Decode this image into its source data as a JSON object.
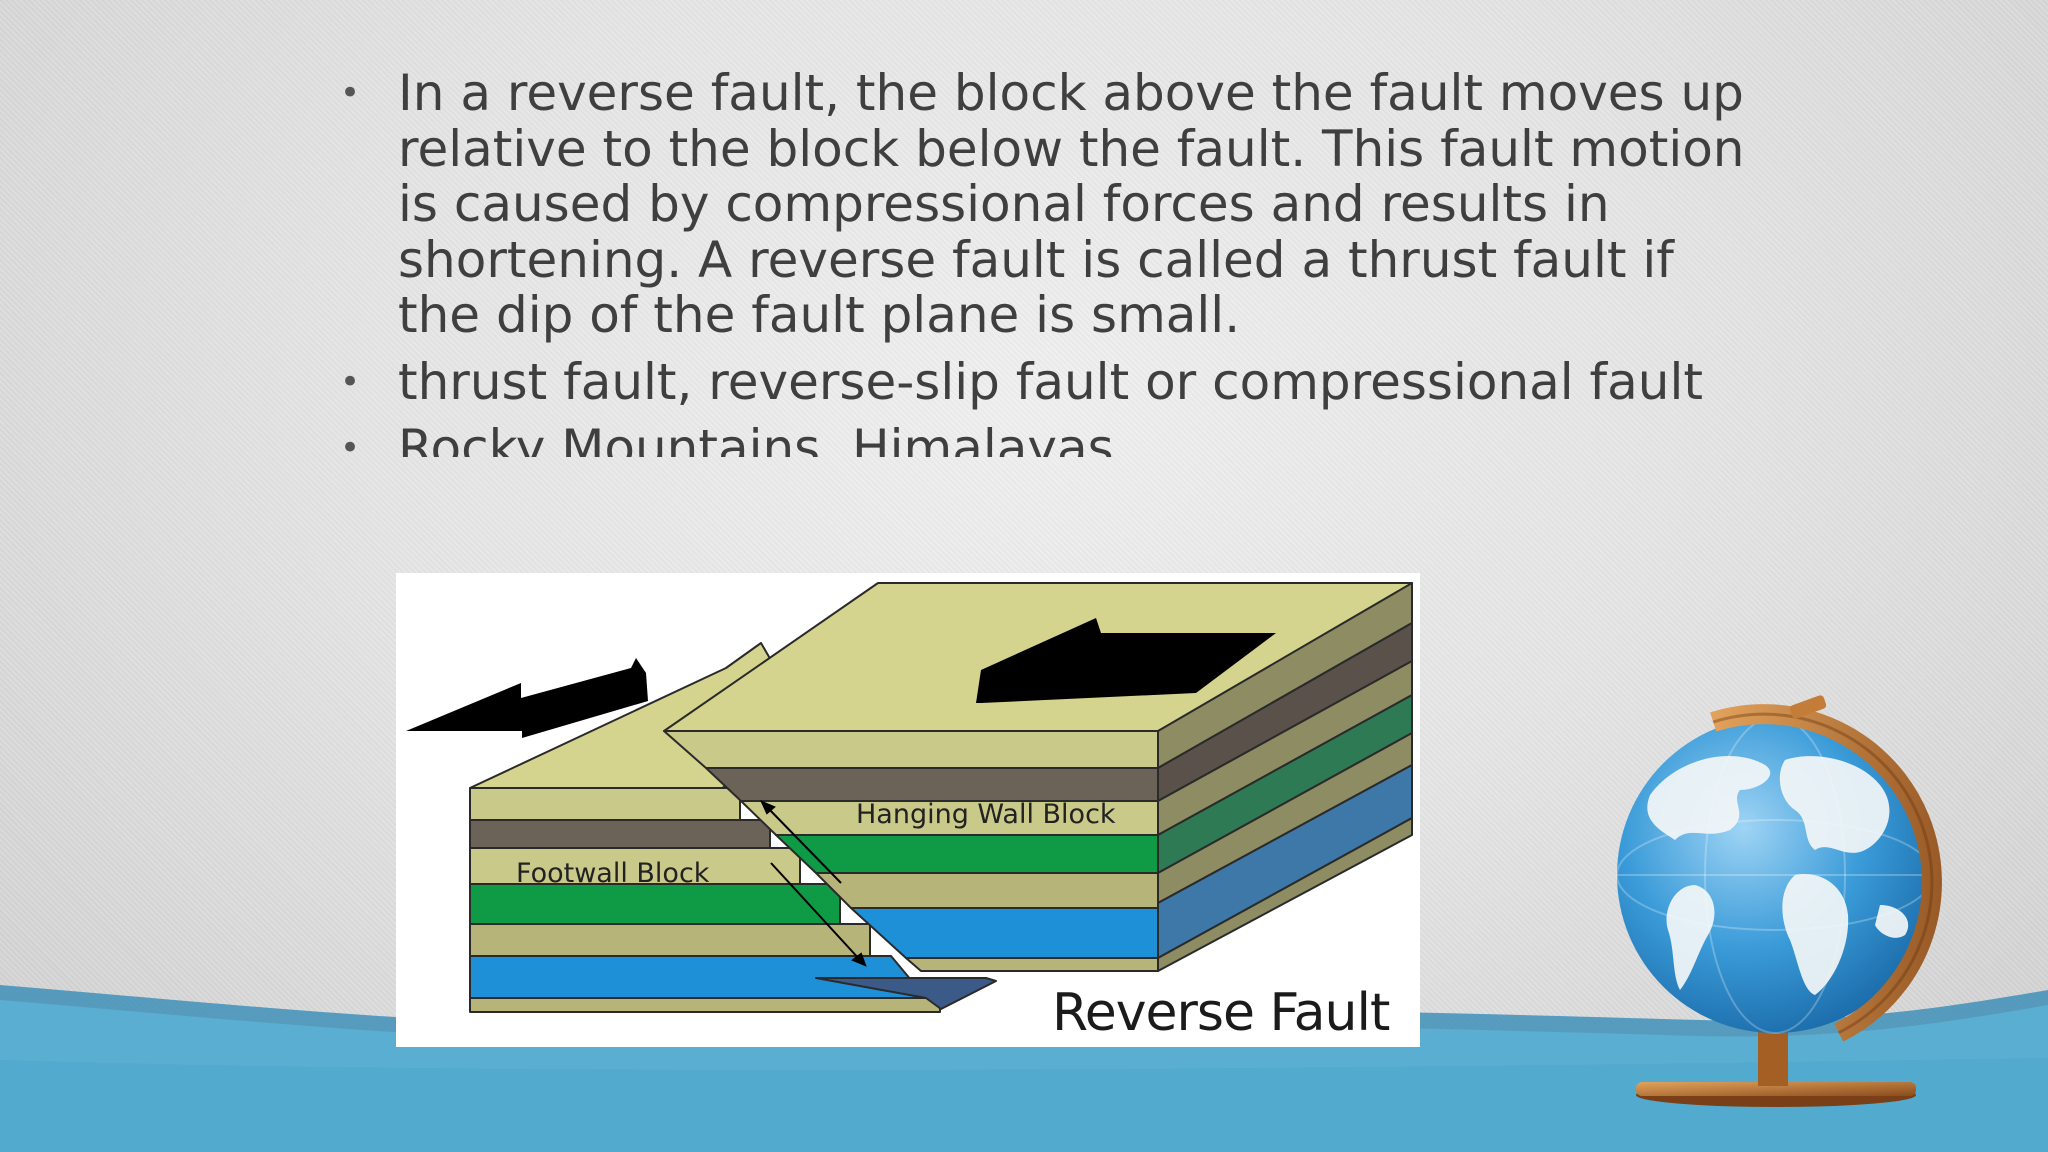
{
  "slide": {
    "bullets": [
      "In a reverse fault, the block above the fault moves up relative to the block below the fault. This fault motion is caused by compressional forces and results in shortening. A reverse fault is called a thrust fault if the dip of the fault plane is small.",
      "thrust fault, reverse-slip fault or compressional fault",
      "Rocky Mountains, Himalayas"
    ],
    "bullet_symbol": "•",
    "text_color": "#3f3f3f"
  },
  "diagram": {
    "hanging_wall_label": "Hanging Wall Block",
    "footwall_label": "Footwall Block",
    "title": "Reverse Fault",
    "layer_colors": {
      "khaki": "#c9c98a",
      "top_face": "#d4d48f",
      "brown_gray": "#6b6358",
      "green": "#1e9a45",
      "blue": "#1e90d8",
      "side_khaki": "#8e8c62",
      "side_green": "#2e7a55",
      "side_blue": "#3d78a8"
    }
  },
  "decor": {
    "background": "#e4e4e4",
    "wave_color": "#5aaed1",
    "globe_icon": "globe-icon"
  }
}
